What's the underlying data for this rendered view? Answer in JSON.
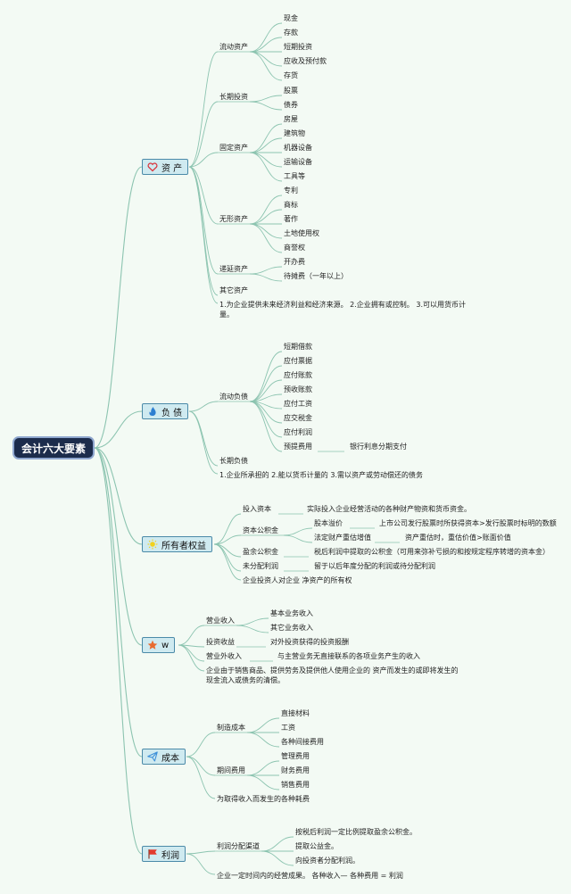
{
  "root": "会计六大要素",
  "branches": [
    {
      "name": "资 产",
      "icon": "heart-icon",
      "children": [
        {
          "label": "流动资产",
          "children": [
            "现金",
            "存款",
            "短期投资",
            "应收及预付款",
            "存货"
          ]
        },
        {
          "label": "长期投资",
          "children": [
            "股票",
            "债券"
          ]
        },
        {
          "label": "固定资产",
          "children": [
            "房屋",
            "建筑物",
            "机器设备",
            "运输设备",
            "工具等"
          ]
        },
        {
          "label": "无形资产",
          "children": [
            "专利",
            "商标",
            "著作",
            "土地使用权",
            "商誉权"
          ]
        },
        {
          "label": "递延资产",
          "children": [
            "开办费",
            "待摊费（一年以上）"
          ]
        },
        {
          "label": "其它资产"
        }
      ],
      "note": [
        "1.为企业提供未来经济利益和经济来源。 2.企业拥有或控制。 3.可以用货币计",
        "量。"
      ]
    },
    {
      "name": "负 债",
      "icon": "flame-icon",
      "children": [
        {
          "label": "流动负债",
          "children": [
            "短期借款",
            "应付票据",
            "应付账款",
            "预收账款",
            "应付工资",
            "应交税金",
            "应付利润",
            "预提费用"
          ]
        },
        {
          "label": "长期负债"
        }
      ],
      "extra": "银行利息分期支付",
      "note": [
        "1.企业所承担的 2.能以货币计量的 3.需以资产或劳动偿还的债务"
      ]
    },
    {
      "name": "所有者权益",
      "icon": "sun-icon",
      "children": [
        {
          "label": "投入资本",
          "desc": "实际投入企业经营活动的各种财产物资和货币资金。"
        },
        {
          "label": "资本公积金",
          "children": [
            {
              "label": "股本溢价",
              "desc": "上市公司发行股票时所获得资本>发行股票时标明的数额"
            },
            {
              "label": "法定财产重估增值",
              "desc": "资产重估时，重估价值>账面价值"
            }
          ]
        },
        {
          "label": "盈余公积金",
          "desc": "税后利润中提取的公积金（可用来弥补亏损的和按规定程序转增的资本金）"
        },
        {
          "label": "未分配利润",
          "desc": "留于以后年度分配的利润或待分配利润"
        }
      ],
      "note": [
        "企业投资人对企业 净资产的所有权"
      ]
    },
    {
      "name": "w",
      "icon": "star-icon",
      "children": [
        {
          "label": "营业收入",
          "children": [
            "基本业务收入",
            "其它业务收入"
          ]
        },
        {
          "label": "投资收益",
          "desc": "对外投资获得的投资报酬"
        },
        {
          "label": "营业外收入",
          "desc": "与主营业务无直接联系的各项业务产生的收入"
        }
      ],
      "note": [
        "企业由于销售商品、提供劳务及提供他人使用企业的 资产而发生的或即将发生的",
        "现金流入或债务的清偿。"
      ]
    },
    {
      "name": "成本",
      "icon": "paper-plane-icon",
      "children": [
        {
          "label": "制造成本",
          "children": [
            "直接材料",
            "工资",
            "各种间接费用"
          ]
        },
        {
          "label": "期间费用",
          "children": [
            "管理费用",
            "财务费用",
            "销售费用"
          ]
        }
      ],
      "note": [
        "为取得收入而发生的各种耗费"
      ]
    },
    {
      "name": "利润",
      "icon": "flag-icon",
      "children": [
        {
          "label": "利润分配渠道",
          "children": [
            "按税后利润一定比例提取盈余公积金。",
            "提取公益金。",
            "向投资者分配利润。"
          ]
        }
      ],
      "note": [
        "企业一定时间内的经营成果。 各种收入— 各种费用 = 利润"
      ]
    }
  ],
  "colors": {
    "background": "#f3faf4",
    "line": "#8cc4b0",
    "root_fill": "#1c2c4c",
    "root_border": "#8fa7cf",
    "topic_fill": "#cfeaf0",
    "topic_border": "#4b8aa8",
    "heart": "#d9363e",
    "flame": "#2d7fd1",
    "sun": "#f2d21c",
    "star": "#e86b2f",
    "plane": "#3c8fd8",
    "flag": "#e23b2e"
  }
}
